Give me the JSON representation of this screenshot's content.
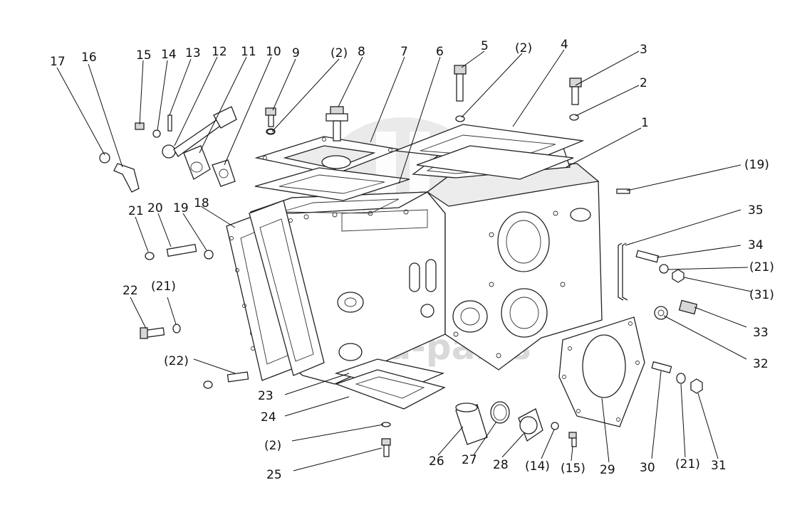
{
  "watermark": {
    "text": "data-parts",
    "color": "#d9d9d9"
  },
  "callouts": [
    {
      "id": "c17",
      "text": "17"
    },
    {
      "id": "c16",
      "text": "16"
    },
    {
      "id": "c15",
      "text": "15"
    },
    {
      "id": "c14",
      "text": "14"
    },
    {
      "id": "c13",
      "text": "13"
    },
    {
      "id": "c12",
      "text": "12"
    },
    {
      "id": "c11",
      "text": "11"
    },
    {
      "id": "c10",
      "text": "10"
    },
    {
      "id": "c9",
      "text": "9"
    },
    {
      "id": "c2a",
      "text": "(2)"
    },
    {
      "id": "c8",
      "text": "8"
    },
    {
      "id": "c7",
      "text": "7"
    },
    {
      "id": "c6",
      "text": "6"
    },
    {
      "id": "c5",
      "text": "5"
    },
    {
      "id": "c2b",
      "text": "(2)"
    },
    {
      "id": "c4",
      "text": "4"
    },
    {
      "id": "c3",
      "text": "3"
    },
    {
      "id": "c2",
      "text": "2"
    },
    {
      "id": "c1",
      "text": "1"
    },
    {
      "id": "c19b",
      "text": "(19)"
    },
    {
      "id": "c35",
      "text": "35"
    },
    {
      "id": "c34",
      "text": "34"
    },
    {
      "id": "c21b",
      "text": "(21)"
    },
    {
      "id": "c31b",
      "text": "(31)"
    },
    {
      "id": "c33",
      "text": "33"
    },
    {
      "id": "c32",
      "text": "32"
    },
    {
      "id": "c21",
      "text": "21"
    },
    {
      "id": "c20",
      "text": "20"
    },
    {
      "id": "c19",
      "text": "19"
    },
    {
      "id": "c18",
      "text": "18"
    },
    {
      "id": "c22",
      "text": "22"
    },
    {
      "id": "c21a",
      "text": "(21)"
    },
    {
      "id": "c22b",
      "text": "(22)"
    },
    {
      "id": "c23",
      "text": "23"
    },
    {
      "id": "c24",
      "text": "24"
    },
    {
      "id": "c2c",
      "text": "(2)"
    },
    {
      "id": "c25",
      "text": "25"
    },
    {
      "id": "c26",
      "text": "26"
    },
    {
      "id": "c27",
      "text": "27"
    },
    {
      "id": "c28",
      "text": "28"
    },
    {
      "id": "c14b",
      "text": "(14)"
    },
    {
      "id": "c15b",
      "text": "(15)"
    },
    {
      "id": "c29",
      "text": "29"
    },
    {
      "id": "c30",
      "text": "30"
    },
    {
      "id": "c21c",
      "text": "(21)"
    },
    {
      "id": "c31",
      "text": "31"
    }
  ]
}
